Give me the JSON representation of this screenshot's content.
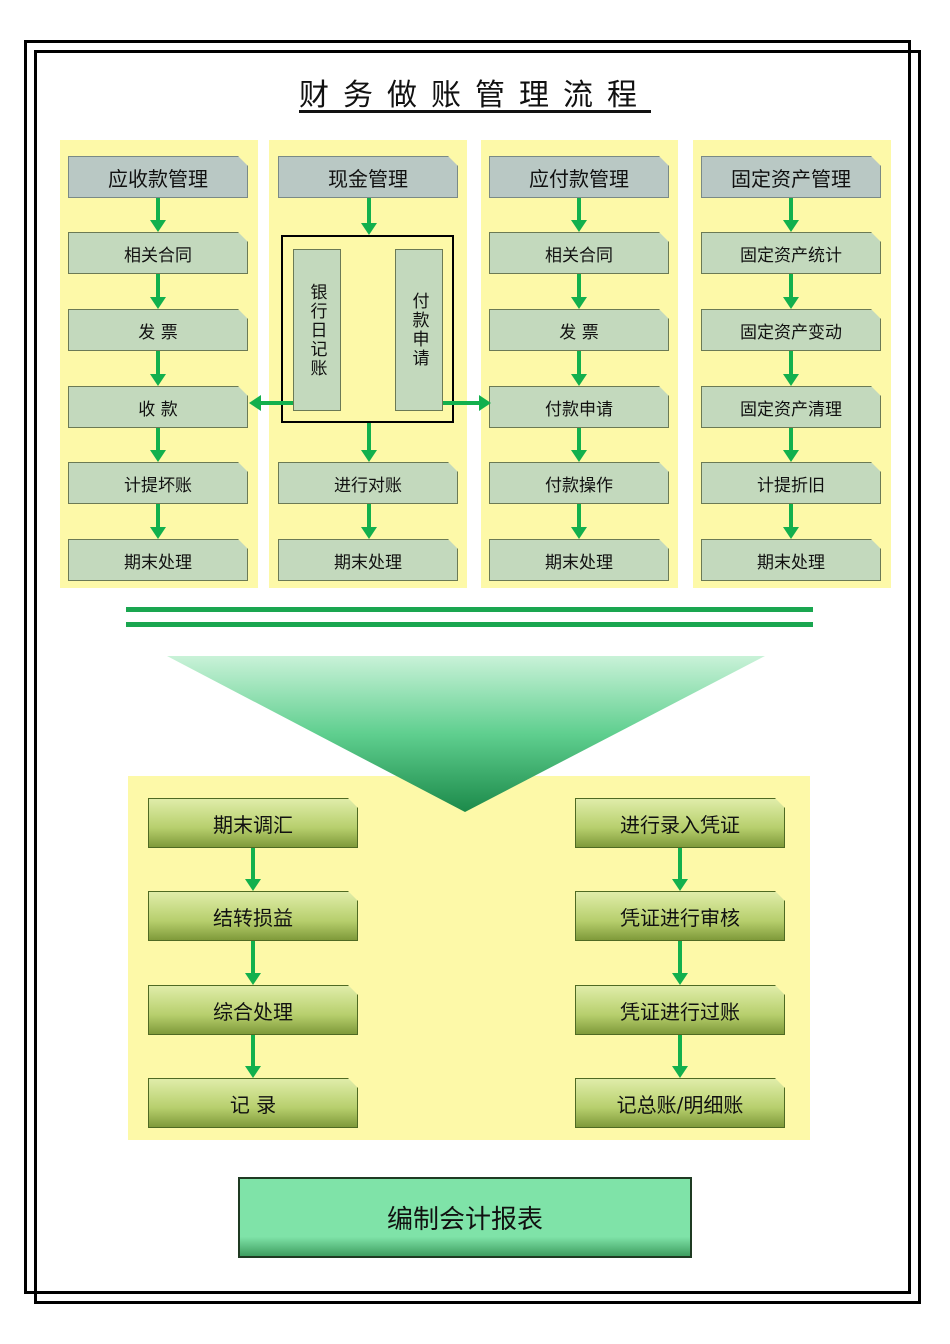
{
  "title": "财务做账管理流程",
  "columns": [
    {
      "header": "应收款管理",
      "items": [
        "相关合同",
        "发  票",
        "收  款",
        "计提坏账",
        "期末处理"
      ]
    },
    {
      "header": "现金管理",
      "inner": [
        "银行日记账",
        "付款申请"
      ],
      "items": [
        "进行对账",
        "期末处理"
      ]
    },
    {
      "header": "应付款管理",
      "items": [
        "相关合同",
        "发  票",
        "付款申请",
        "付款操作",
        "期末处理"
      ]
    },
    {
      "header": "固定资产管理",
      "items": [
        "固定资产统计",
        "固定资产变动",
        "固定资产清理",
        "计提折旧",
        "期末处理"
      ]
    }
  ],
  "bottom_left": [
    "期末调汇",
    "结转损益",
    "综合处理",
    "记  录"
  ],
  "bottom_right": [
    "进行录入凭证",
    "凭证进行审核",
    "凭证进行过账",
    "记总账/明细账"
  ],
  "final": "编制会计报表",
  "colors": {
    "arrow": "#12b04d",
    "panel": "#fdf9a8"
  }
}
